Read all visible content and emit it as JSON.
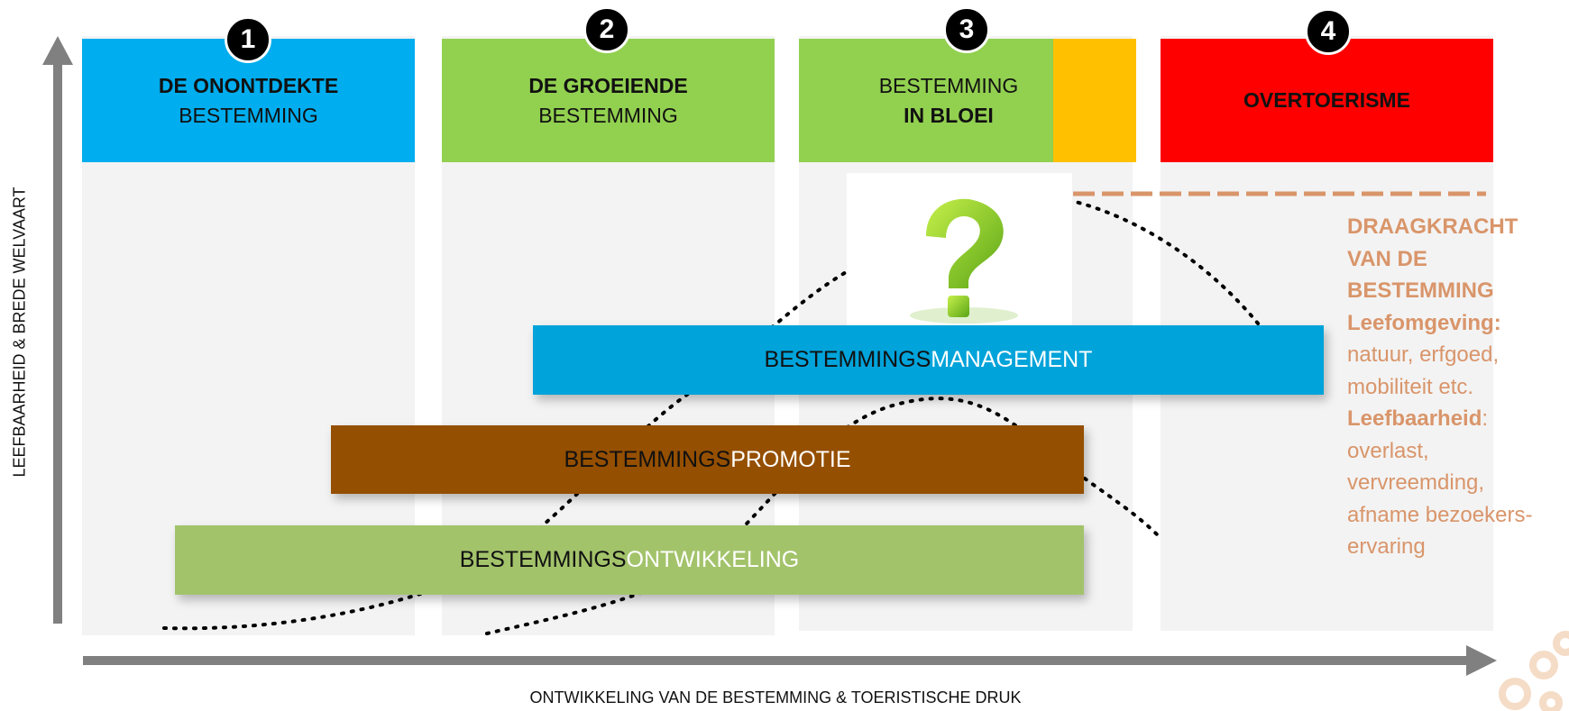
{
  "colors": {
    "stage1": "#00adee",
    "stage2": "#92d050",
    "stage3_main": "#92d050",
    "stage3_accent": "#ffc000",
    "stage4": "#ff0000",
    "management_bar": "#00a3da",
    "promotion_bar": "#954f00",
    "development_bar": "#a3c36b",
    "capacity_text": "#d9956a",
    "axis": "#808080"
  },
  "stages": [
    {
      "number": "1",
      "line1": "DE ONONTDEKTE",
      "line2": "BESTEMMING"
    },
    {
      "number": "2",
      "line1": "DE GROEIENDE",
      "line2": "BESTEMMING"
    },
    {
      "number": "3",
      "line1": "BESTEMMING",
      "line2": "IN BLOEI"
    },
    {
      "number": "4",
      "line1": "OVERTOERISME",
      "line2": ""
    }
  ],
  "bars": {
    "management": {
      "prefix": "BESTEMMINGS",
      "suffix": "MANAGEMENT"
    },
    "promotion": {
      "prefix": "BESTEMMINGS",
      "suffix": "PROMOTIE"
    },
    "development": {
      "prefix": "BESTEMMINGS",
      "suffix": "ONTWIKKELING"
    }
  },
  "capacity": {
    "title_lines": [
      "DRAAGKRACHT",
      "VAN DE",
      "BESTEMMING"
    ],
    "environment_label": "Leefomgeving:",
    "environment_items": [
      "natuur, erfgoed,",
      "mobiliteit etc."
    ],
    "livability_label": "Leefbaarheid",
    "livability_colon": ":",
    "livability_items": [
      "overlast,",
      "vervreemding,",
      "afname bezoekers-",
      "ervaring"
    ]
  },
  "axes": {
    "y_label": "LEEFBAARHEID & BREDE WELVAART",
    "x_label": "ONTWIKKELING VAN DE BESTEMMING & TOERISTISCHE DRUK"
  },
  "icons": {
    "question": "question-mark-icon"
  }
}
